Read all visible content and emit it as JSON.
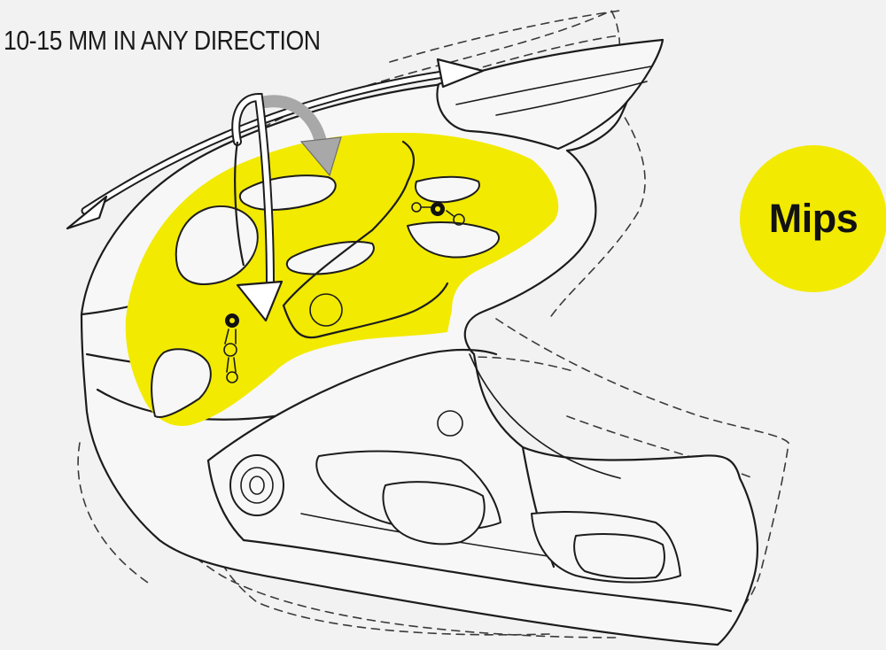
{
  "caption": "10-15 MM IN ANY DIRECTION",
  "badge": {
    "label": "Mips"
  },
  "colors": {
    "background": "#f2f2f2",
    "mips_yellow": "#f2ea00",
    "line": "#1c1c1c",
    "rotation_arrow": "#a8a8a8"
  },
  "icons": {
    "double_arrow": "double-headed-curved-arrow",
    "down_arrow": "curved-down-arrow",
    "rotation_arrow": "rotation-arrow"
  }
}
